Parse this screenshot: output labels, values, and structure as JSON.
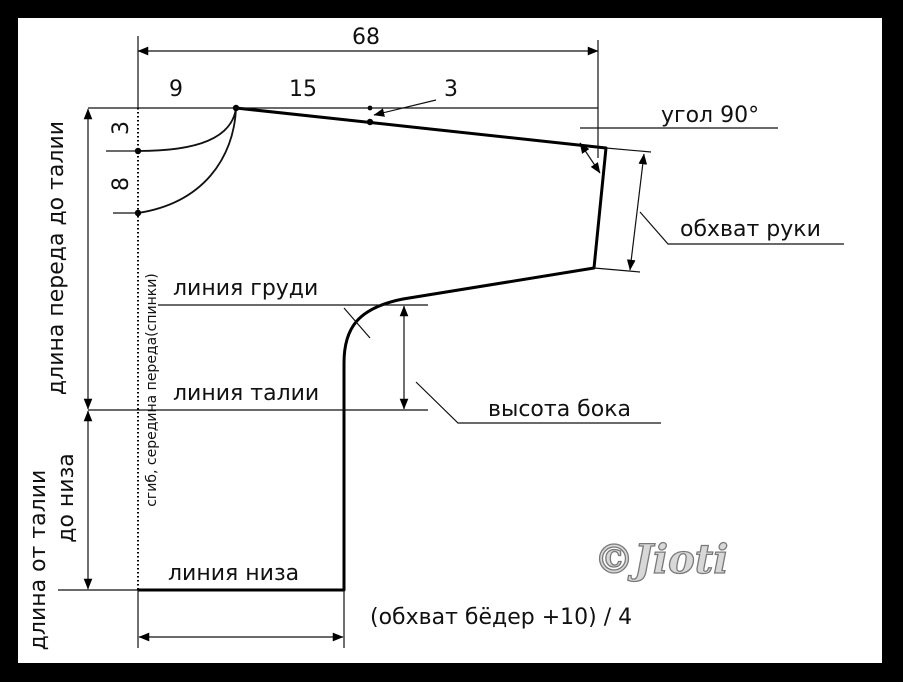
{
  "dimensions": {
    "total_width": "68",
    "neck_width": "9",
    "shoulder_segment": "15",
    "shoulder_drop": "3",
    "neck_front_depth_upper": "3",
    "neck_front_depth_lower": "8"
  },
  "labels": {
    "right_angle": "угол 90°",
    "arm_girth": "обхват руки",
    "bust_line": "линия груди",
    "waist_line": "линия талии",
    "side_height": "высота бока",
    "hem_line": "линия низа",
    "hip_formula": "(обхват бёдер +10) / 4",
    "front_length_to_waist": "длина переда до талии",
    "waist_to_hem_line1": "длина от талии",
    "waist_to_hem_line2": "до низа",
    "fold_line": "сгиб, середина переда(спинки)"
  },
  "watermark": "©Jioti",
  "colors": {
    "frame": "#000000",
    "paper": "#ffffff",
    "ink": "#111111",
    "watermark_fill": "#d8d8d8"
  }
}
